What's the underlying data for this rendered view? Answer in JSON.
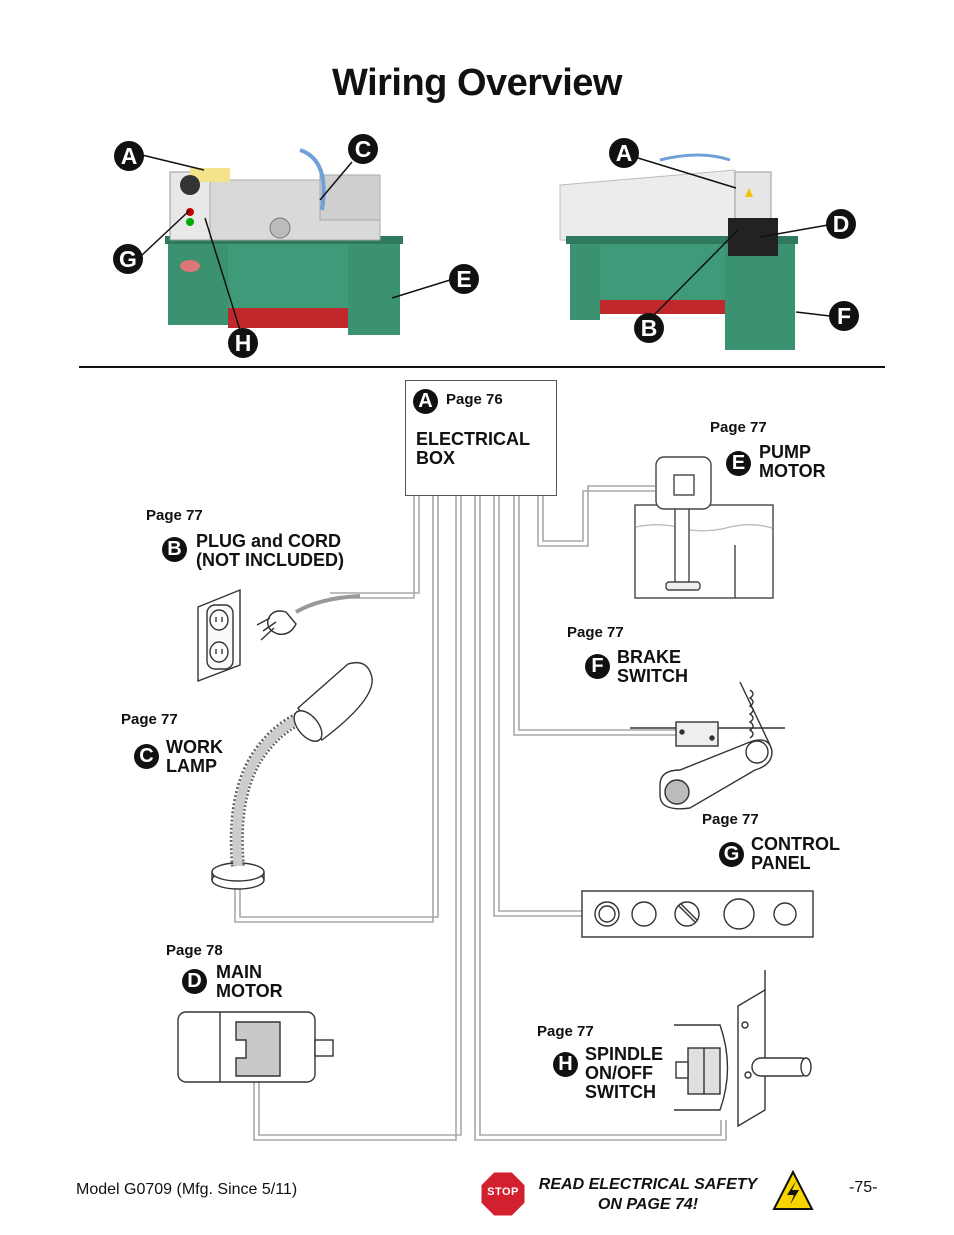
{
  "title": "Wiring Overview",
  "photo_labels": {
    "left": [
      "A",
      "C",
      "G",
      "E",
      "H"
    ],
    "right": [
      "A",
      "D",
      "B",
      "F"
    ]
  },
  "electrical_box": {
    "badge": "A",
    "page": "Page 76",
    "label": "ELECTRICAL BOX"
  },
  "components": {
    "pump_motor": {
      "badge": "E",
      "page": "Page 77",
      "label": "PUMP MOTOR"
    },
    "plug_cord": {
      "badge": "B",
      "page": "Page 77",
      "label": "PLUG and CORD (NOT INCLUDED)"
    },
    "brake_switch": {
      "badge": "F",
      "page": "Page 77",
      "label": "BRAKE SWITCH"
    },
    "work_lamp": {
      "badge": "C",
      "page": "Page 77",
      "label": "WORK LAMP"
    },
    "control_panel": {
      "badge": "G",
      "page": "Page 77",
      "label": "CONTROL PANEL"
    },
    "main_motor": {
      "badge": "D",
      "page": "Page 78",
      "label": "MAIN MOTOR"
    },
    "spindle_switch": {
      "badge": "H",
      "page": "Page 77",
      "label": "SPINDLE ON/OFF SWITCH"
    }
  },
  "footer": {
    "model": "Model G0709 (Mfg. Since 5/11)",
    "warning": "READ ELECTRICAL SAFETY ON PAGE 74!",
    "stop_sign": "STOP",
    "page_number": "-75-"
  },
  "icons": {
    "stop_sign": "stop-sign-icon",
    "hazard": "electrical-hazard-icon"
  },
  "colors": {
    "lathe_green": "#3e9a78",
    "lathe_red": "#c0282c",
    "wire_gray": "#b0b0b0"
  }
}
